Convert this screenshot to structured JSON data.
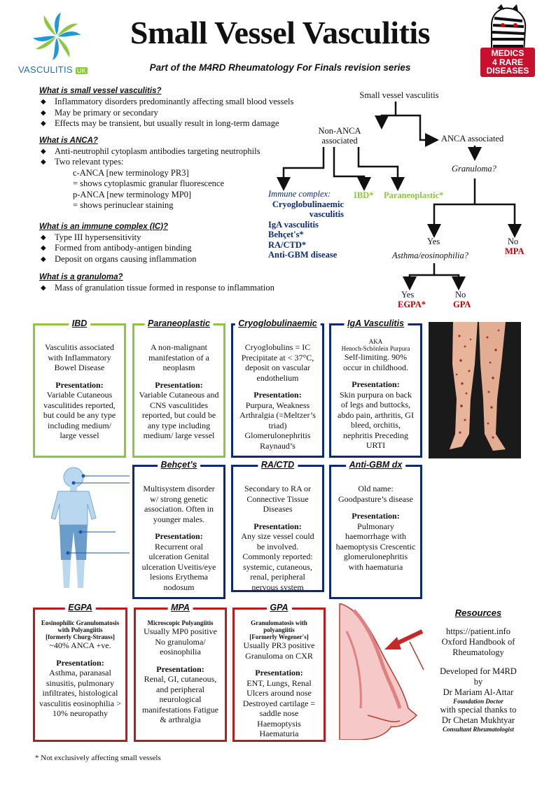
{
  "header": {
    "title": "Small Vessel Vasculitis",
    "subtitle": "Part of the M4RD Rheumatology For Finals revision series",
    "logo_left_text": "VASCULITIS",
    "logo_left_badge": "UK",
    "logo_right_lines": [
      "MEDICS",
      "4 RARE",
      "DISEASES"
    ]
  },
  "intro": {
    "q1": "What is small vessel vasculitis?",
    "q1_items": [
      "Inflammatory disorders predominantly affecting small blood vessels",
      "May be primary or secondary",
      "Effects may be transient, but usually result in long-term damage"
    ],
    "q2": "What is ANCA?",
    "q2_items": [
      "Anti-neutrophil cytoplasm antibodies targeting neutrophils",
      "Two relevant types:"
    ],
    "c_anca": "c-ANCA [new terminology PR3]",
    "c_anca_desc": "= shows cytoplasmic granular fluorescence",
    "p_anca": "p-ANCA [new terminology MP0]",
    "p_anca_desc": "= shows perinuclear staining",
    "q3": "What is an immune complex (IC)?",
    "q3_items": [
      "Type III hypersensitivity",
      "Formed from antibody-antigen binding",
      "Deposit on organs causing inflammation"
    ],
    "q4": "What is a granuloma?",
    "q4_items": [
      "Mass of granulation tissue formed in response to inflammation"
    ]
  },
  "flowchart": {
    "root": "Small vessel vasculitis",
    "non_anca": "Non-ANCA associated",
    "anca": "ANCA associated",
    "granuloma_q": "Granuloma?",
    "immune_complex_label": "Immune complex:",
    "immune_complex_items": [
      "Cryoglobulinaemic vasculitis",
      "IgA vasculitis",
      "Behçet's*",
      "RA/CTD*",
      "Anti-GBM disease"
    ],
    "ibd": "IBD*",
    "paraneoplastic": "Paraneoplastic*",
    "yes1": "Yes",
    "no1": "No",
    "mpa": "MPA",
    "asthma_q": "Asthma/eosinophilia?",
    "yes2": "Yes",
    "no2": "No",
    "egpa": "EGPA*",
    "gpa": "GPA"
  },
  "cards": {
    "ibd": {
      "title": "IBD",
      "body": "Vasculitis associated with Inflammatory Bowel Disease",
      "ptitle": "Presentation:",
      "pbody": "Variable Cutaneous vasculitides reported, but could be any type including medium/ large vessel"
    },
    "paraneoplastic": {
      "title": "Paraneoplastic",
      "body": "A non-malignant manifestation of a neoplasm",
      "ptitle": "Presentation:",
      "pbody": "Variable Cutaneous and CNS vasculitides reported, but could be any type including medium/ large vessel"
    },
    "cryo": {
      "title": "Cryoglobulinaemic",
      "body": "Cryoglobulins = IC Precipitate at < 37°C, deposit on vascular endothelium",
      "ptitle": "Presentation:",
      "pbody": "Purpura, Weakness Arthralgia (=Meltzer’s triad) Glomerulonephritis Raynaud’s"
    },
    "iga": {
      "title": "IgA Vasculitis",
      "aka": "AKA",
      "aka2": "Henoch-Schönlein Purpura",
      "body": "Self-limiting. 90% occur in childhood.",
      "ptitle": "Presentation:",
      "pbody": "Skin purpura on back of legs and buttocks, abdo pain, arthritis, GI bleed, orchitis, nephritis Preceding URTI"
    },
    "behcet": {
      "title": "Behçet’s",
      "body": "Multisystem disorder w/ strong genetic association. Often in younger males.",
      "ptitle": "Presentation:",
      "pbody": "Recurrent oral ulceration Genital ulceration Uveitis/eye lesions Erythema nodosum"
    },
    "ractd": {
      "title": "RA/CTD",
      "body": "Secondary to RA or Connective Tissue Diseases",
      "ptitle": "Presentation:",
      "pbody": "Any size vessel could be involved. Commonly reported: systemic, cutaneous, renal, peripheral nervous system"
    },
    "antigbm": {
      "title": "Anti-GBM dx",
      "body": "Old name: Goodpasture’s disease",
      "ptitle": "Presentation:",
      "pbody": "Pulmonary haemorrhage with haemoptysis Crescentic glomerulonephritis with haematuria"
    },
    "egpa": {
      "title": "EGPA",
      "sub1": "Eosinophilic Granulomatosis with Polyangiitis",
      "sub2": "[formerly Churg-Strauss]",
      "body": "~40% ANCA +ve.",
      "ptitle": "Presentation:",
      "pbody": "Asthma, paranasal sinusitis, pulmonary infiltrates, histological vasculitis eosinophilia > 10% neuropathy"
    },
    "mpa": {
      "title": "MPA",
      "sub1": "Microscopic Polyangiitis",
      "body": "Usually MP0 positive No granuloma/ eosinophilia",
      "ptitle": "Presentation:",
      "pbody": "Renal, GI, cutaneous, and peripheral neurological manifestations Fatigue & arthralgia"
    },
    "gpa": {
      "title": "GPA",
      "sub1": "Granulomatosis with polyangiitis",
      "sub2": "[Formerly Wegener's]",
      "body": "Usually PR3 positive Granuloma on CXR",
      "ptitle": "Presentation:",
      "pbody": "ENT, Lungs, Renal Ulcers around nose Destroyed cartilage = saddle nose Haemoptysis Haematuria"
    }
  },
  "resources": {
    "title": "Resources",
    "link": "https://patient.info",
    "book": "Oxford Handbook of Rheumatology",
    "dev1": "Developed for M4RD",
    "dev2": "by",
    "author": "Dr Mariam Al-Attar",
    "author_role": "Foundation Doctor",
    "thanks": "with special thanks to",
    "consultant": "Dr Chetan Mukhtyar",
    "consultant_role": "Consultant Rheumatologist"
  },
  "footnote": "* Not exclusively affecting small vessels",
  "colors": {
    "green": "#8dc63f",
    "navy": "#0b2a7a",
    "red": "#c00000"
  }
}
